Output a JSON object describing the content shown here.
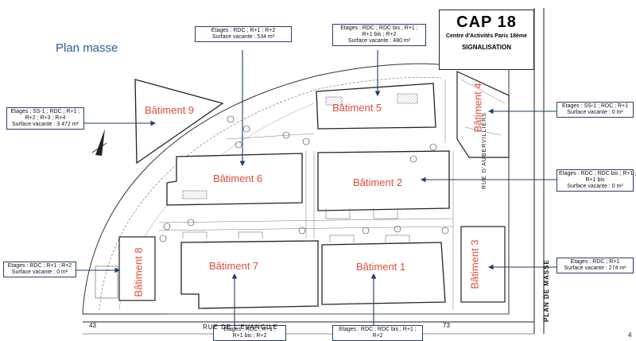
{
  "title": "Plan masse",
  "logo": {
    "name": "CAP 18",
    "subtitle": "Centre d'Activités Paris 18ème",
    "label": "SIGNALISATION"
  },
  "buildings": {
    "b1": "Bâtiment 1",
    "b2": "Bâtiment 2",
    "b3": "Bâtiment 3",
    "b4": "Bâtiment 4",
    "b5": "Bâtiment 5",
    "b6": "Bâtiment 6",
    "b7": "Bâtiment 7",
    "b8": "Bâtiment 8",
    "b9": "Bâtiment 9"
  },
  "info": {
    "b6": {
      "l1": "Etages : RDC ; R+1 ; R+2",
      "l2": "Surface vacante : 534 m²"
    },
    "b5": {
      "l1": "Etages : RDC ; RDC bis ; R+1 ;",
      "l2": "R+1 bis ; R+2",
      "l3": "Surface vacante : 480 m²"
    },
    "b9": {
      "l1": "Etages : SS-1 ; RDC ; R+1 ;",
      "l2": "R+2 ; R+3 ; R+4",
      "l3": "Surface vacante : 3 472 m²"
    },
    "b4": {
      "l1": "Etages : SS-1 ; RDC ; R+1",
      "l2": "Surface vacante : 0 m²"
    },
    "b2": {
      "l1": "Etages : RDC ; RDC bis ; R+1 ;",
      "l2": "R+1 bis",
      "l3": "Surface vacante : 0 m²"
    },
    "b8": {
      "l1": "Etages : RDC ; R+1 ; R+2",
      "l2": "Surface vacante : 0 m²"
    },
    "b3": {
      "l1": "Etages : RDC ; R+1",
      "l2": "Surface vacante : 274 m²"
    },
    "b1": {
      "l1": "Etages : RDC ; RDC bis ; R+1 ;",
      "l2": "R+2"
    },
    "b7": {
      "l1": "Etages : RDC ; R+1 ;",
      "l2": "R+1 bis ; R+2"
    }
  },
  "streets": {
    "bottom": "RUE DE L'EVANGILE",
    "right": "PLAN DE MASSE",
    "aubervilliers": "RUE D'AUBERVILLIERS"
  },
  "numbers": {
    "n43": "43",
    "n73": "73",
    "page": "4"
  },
  "colors": {
    "building_label": "#e24b3a",
    "title": "#2f5d9e",
    "box_border": "#2b3f6a",
    "arrow": "#1f3a6e"
  }
}
